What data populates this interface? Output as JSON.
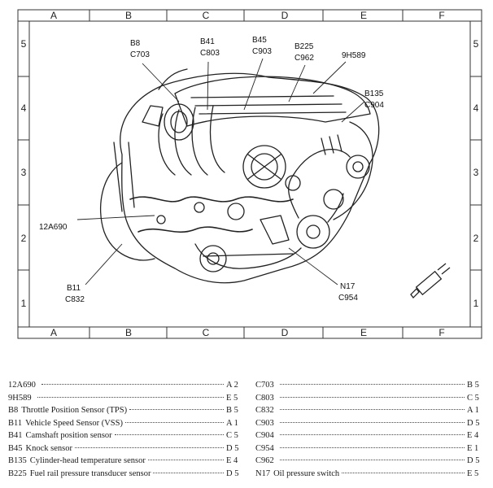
{
  "grid": {
    "columns": [
      "A",
      "B",
      "C",
      "D",
      "E",
      "F"
    ],
    "rows": [
      "5",
      "4",
      "3",
      "2",
      "1"
    ]
  },
  "callouts": [
    {
      "id": "b8",
      "lines": [
        "B8",
        "C703"
      ]
    },
    {
      "id": "b41",
      "lines": [
        "B41",
        "C803"
      ]
    },
    {
      "id": "b45",
      "lines": [
        "B45",
        "C903"
      ]
    },
    {
      "id": "b225",
      "lines": [
        "B225",
        "C962"
      ]
    },
    {
      "id": "9h589",
      "lines": [
        "9H589"
      ]
    },
    {
      "id": "b135",
      "lines": [
        "B135",
        "C904"
      ]
    },
    {
      "id": "12a690",
      "lines": [
        "12A690"
      ]
    },
    {
      "id": "b11",
      "lines": [
        "B11",
        "C832"
      ]
    },
    {
      "id": "n17",
      "lines": [
        "N17",
        "C954"
      ]
    }
  ],
  "legend": {
    "left": [
      {
        "code": "12A690",
        "desc": "",
        "loc": "A 2"
      },
      {
        "code": "9H589",
        "desc": "",
        "loc": "E 5"
      },
      {
        "code": "B8",
        "desc": "Throttle Position Sensor (TPS)",
        "loc": "B 5"
      },
      {
        "code": "B11",
        "desc": "Vehicle Speed Sensor (VSS)",
        "loc": "A 1"
      },
      {
        "code": "B41",
        "desc": "Camshaft position sensor",
        "loc": "C 5"
      },
      {
        "code": "B45",
        "desc": "Knock sensor",
        "loc": "D 5"
      },
      {
        "code": "B135",
        "desc": "Cylinder-head temperature sensor",
        "loc": "E 4"
      },
      {
        "code": "B225",
        "desc": "Fuel rail pressure transducer sensor",
        "loc": "D 5"
      }
    ],
    "right": [
      {
        "code": "C703",
        "desc": "",
        "loc": "B 5"
      },
      {
        "code": "C803",
        "desc": "",
        "loc": "C 5"
      },
      {
        "code": "C832",
        "desc": "",
        "loc": "A 1"
      },
      {
        "code": "C903",
        "desc": "",
        "loc": "D 5"
      },
      {
        "code": "C904",
        "desc": "",
        "loc": "E 4"
      },
      {
        "code": "C954",
        "desc": "",
        "loc": "E 1"
      },
      {
        "code": "C962",
        "desc": "",
        "loc": "D 5"
      },
      {
        "code": "N17",
        "desc": "Oil pressure switch",
        "loc": "E 5"
      }
    ]
  }
}
